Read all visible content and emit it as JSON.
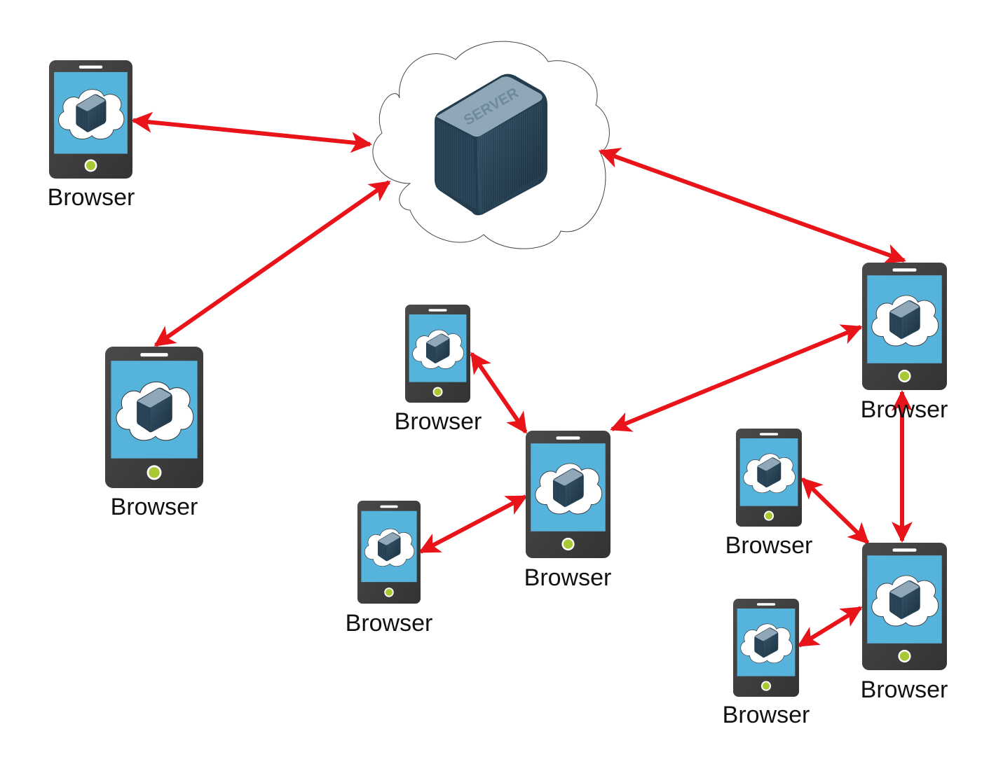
{
  "diagram": {
    "server": {
      "label": "SERVER",
      "icon": "server-icon",
      "container_icon": "cloud-icon"
    },
    "devices": [
      {
        "id": "browser-1",
        "label": "Browser"
      },
      {
        "id": "browser-2",
        "label": "Browser"
      },
      {
        "id": "browser-3",
        "label": "Browser"
      },
      {
        "id": "browser-4",
        "label": "Browser"
      },
      {
        "id": "browser-5",
        "label": "Browser"
      },
      {
        "id": "browser-6",
        "label": "Browser"
      },
      {
        "id": "browser-7",
        "label": "Browser"
      },
      {
        "id": "browser-8",
        "label": "Browser"
      },
      {
        "id": "browser-9",
        "label": "Browser"
      }
    ],
    "connections": [
      {
        "from": "browser-1",
        "to": "server",
        "direction": "both"
      },
      {
        "from": "browser-2",
        "to": "server",
        "direction": "both"
      },
      {
        "from": "browser-6",
        "to": "server",
        "direction": "both"
      },
      {
        "from": "browser-4",
        "to": "browser-6",
        "direction": "both"
      },
      {
        "from": "browser-3",
        "to": "browser-4",
        "direction": "both"
      },
      {
        "from": "browser-5",
        "to": "browser-4",
        "direction": "both"
      },
      {
        "from": "browser-6",
        "to": "browser-8",
        "direction": "both"
      },
      {
        "from": "browser-7",
        "to": "browser-8",
        "direction": "both"
      },
      {
        "from": "browser-9",
        "to": "browser-8",
        "direction": "both"
      }
    ],
    "colors": {
      "arrow": "#e8141a",
      "phone_body": "#404040",
      "screen": "#56b3dc",
      "home_button": "#a8c834",
      "server": "#2f4c60"
    }
  }
}
